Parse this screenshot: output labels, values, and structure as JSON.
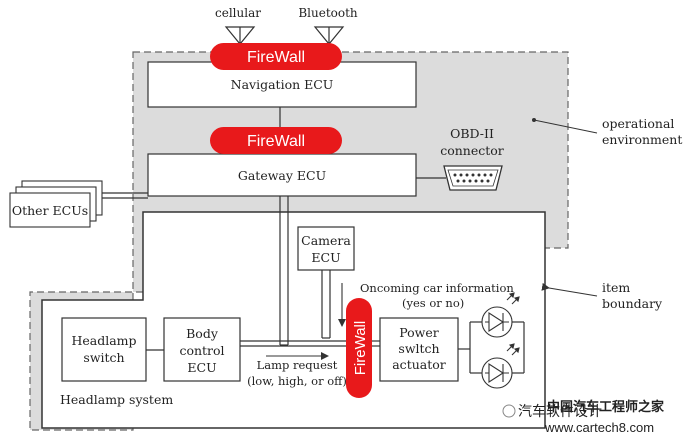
{
  "colors": {
    "firewall": "#e8191b",
    "environment_fill": "#dcdcdc",
    "line": "#333333",
    "box_fill": "#ffffff",
    "watermark_text": "#c0392b"
  },
  "antennas": {
    "cellular": "cellular",
    "bluetooth": "Bluetooth"
  },
  "firewalls": {
    "top": "FireWall",
    "middle": "FireWall",
    "vertical": "FireWall"
  },
  "ecus": {
    "navigation": "Navigation ECU",
    "gateway": "Gateway ECU",
    "camera_line1": "Camera",
    "camera_line2": "ECU",
    "body_line1": "Body",
    "body_line2": "control",
    "body_line3": "ECU",
    "headlamp_switch_line1": "Headlamp",
    "headlamp_switch_line2": "switch",
    "power_line1": "Power",
    "power_line2": "swltch",
    "power_line3": "actuator",
    "other_ecus": "Other ECUs"
  },
  "obd": {
    "line1": "OBD-II",
    "line2": "connector"
  },
  "annotations": {
    "operational_env_line1": "operational",
    "operational_env_line2": "environment",
    "item_boundary_line1": "item",
    "item_boundary_line2": "boundary",
    "oncoming_line1": "Oncoming car information",
    "oncoming_line2": "(yes or no)",
    "lamp_request_line1": "Lamp request",
    "lamp_request_line2": "(low, high, or off)",
    "headlamp_system": "Headlamp system"
  },
  "watermark": {
    "line1": "中国汽车工程师之家",
    "line2": "汽车软件设计",
    "url": "www.cartech8.com"
  }
}
